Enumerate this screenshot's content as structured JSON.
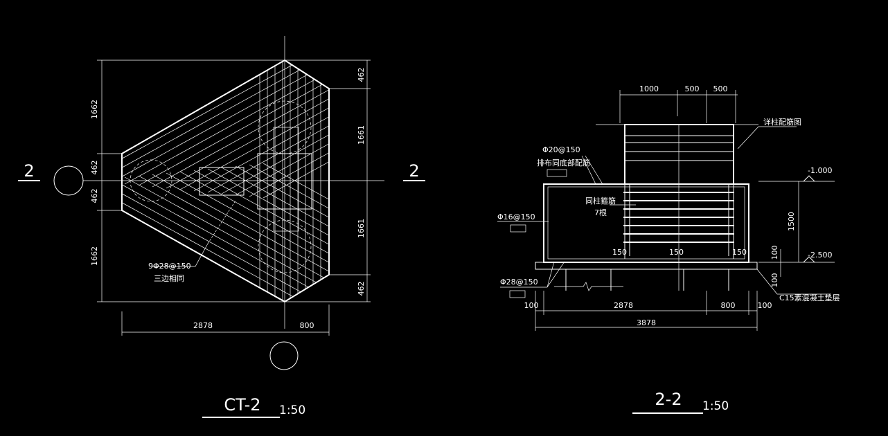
{
  "left_view": {
    "dim_left": [
      "1662",
      "462",
      "462",
      "1662"
    ],
    "dim_right": [
      "462",
      "1661",
      "1661",
      "462"
    ],
    "dim_bottom": [
      "2878",
      "800"
    ],
    "section_mark": "2",
    "rebar_callout": "9Φ28@150",
    "rebar_note": "三边相同",
    "title": "CT-2",
    "scale": "1:50"
  },
  "right_view": {
    "dim_top": [
      "1000",
      "500",
      "500"
    ],
    "label_column_rebar": "详柱配筋图",
    "label_top_rebar": "Φ20@150",
    "label_top_note": "排布同底部配筋",
    "label_tie": "同柱箍筋",
    "label_tie_count": "7根",
    "label_side_rebar": "Φ16@150",
    "label_bottom_rebar": "Φ28@150",
    "elev_top": "-1.000",
    "elev_bottom": "-2.500",
    "dim_height": "1500",
    "dim_pad": "100",
    "dim_pad2": "100",
    "inner_150_a": "150",
    "inner_150_b": "150",
    "inner_150_c": "150",
    "dim_bottom": [
      "100",
      "2878",
      "800",
      "100"
    ],
    "dim_total": "3878",
    "label_pad": "C15素混凝土垫层",
    "title": "2-2",
    "scale": "1:50"
  }
}
